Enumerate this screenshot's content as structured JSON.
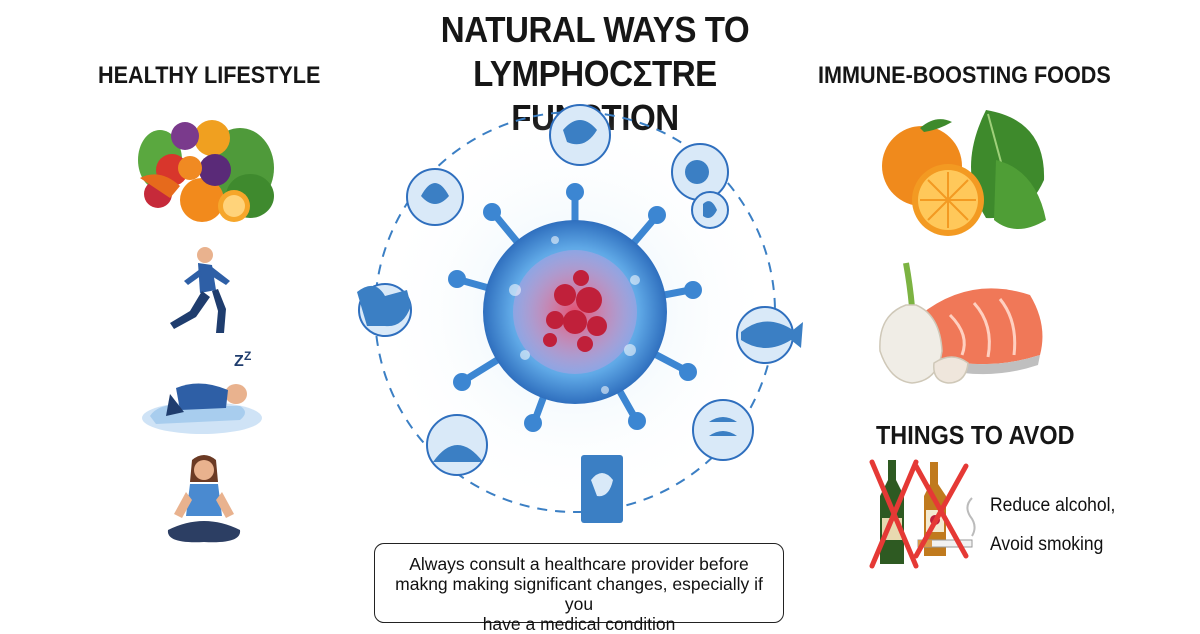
{
  "title": {
    "line1": "NATURAL WAYS TO",
    "line2": "LYMPHOCΣTRE FUNCTION"
  },
  "left_panel": {
    "heading": "HEALTHY LIFESTYLE",
    "items": [
      {
        "icon": "fruits-vegetables-icon"
      },
      {
        "icon": "running-person-icon"
      },
      {
        "icon": "sleeping-person-icon"
      },
      {
        "icon": "meditation-person-icon"
      }
    ]
  },
  "center": {
    "icon": "lymphocyte-cell-icon",
    "orbit_icons": [
      "bacteria-icon",
      "tree-icon",
      "microbe-icon",
      "garlic-icon",
      "animal-icon",
      "fish-icon",
      "plant-icon",
      "leaf-icon",
      "hand-card-icon"
    ]
  },
  "right_panel": {
    "heading": "IMMUNE-BOOSTING FOODS",
    "items": [
      {
        "icon": "orange-spinach-icon"
      },
      {
        "icon": "salmon-garlic-icon"
      }
    ]
  },
  "avoid": {
    "heading": "THINGS TO AVOD",
    "line1": "Reduce alcohol,",
    "line2": "Avoid smoking",
    "icon": "no-alcohol-no-smoking-icon"
  },
  "note": {
    "line1": "Always consult a healthcare provider before",
    "line2": "makng making significant changes, especially if you",
    "line3": "have a medical condition"
  },
  "colors": {
    "accent_blue": "#3b7fc4",
    "cell_red": "#c0203a",
    "text": "#161616"
  }
}
